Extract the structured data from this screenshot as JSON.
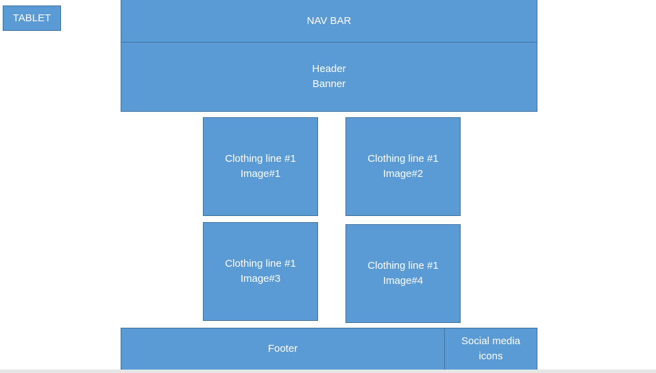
{
  "device_label": "TABLET",
  "nav_bar": "NAV BAR",
  "header": {
    "line1": "Header",
    "line2": "Banner"
  },
  "tiles": [
    {
      "line1": "Clothing line #1",
      "line2": "Image#1"
    },
    {
      "line1": "Clothing line #1",
      "line2": "Image#2"
    },
    {
      "line1": "Clothing line #1",
      "line2": "Image#3"
    },
    {
      "line1": "Clothing line #1",
      "line2": "Image#4"
    }
  ],
  "footer": "Footer",
  "social": {
    "line1": "Social media",
    "line2": "icons"
  },
  "colors": {
    "box_fill": "#5b9bd5",
    "box_border": "#41719c",
    "text": "#ffffff"
  }
}
